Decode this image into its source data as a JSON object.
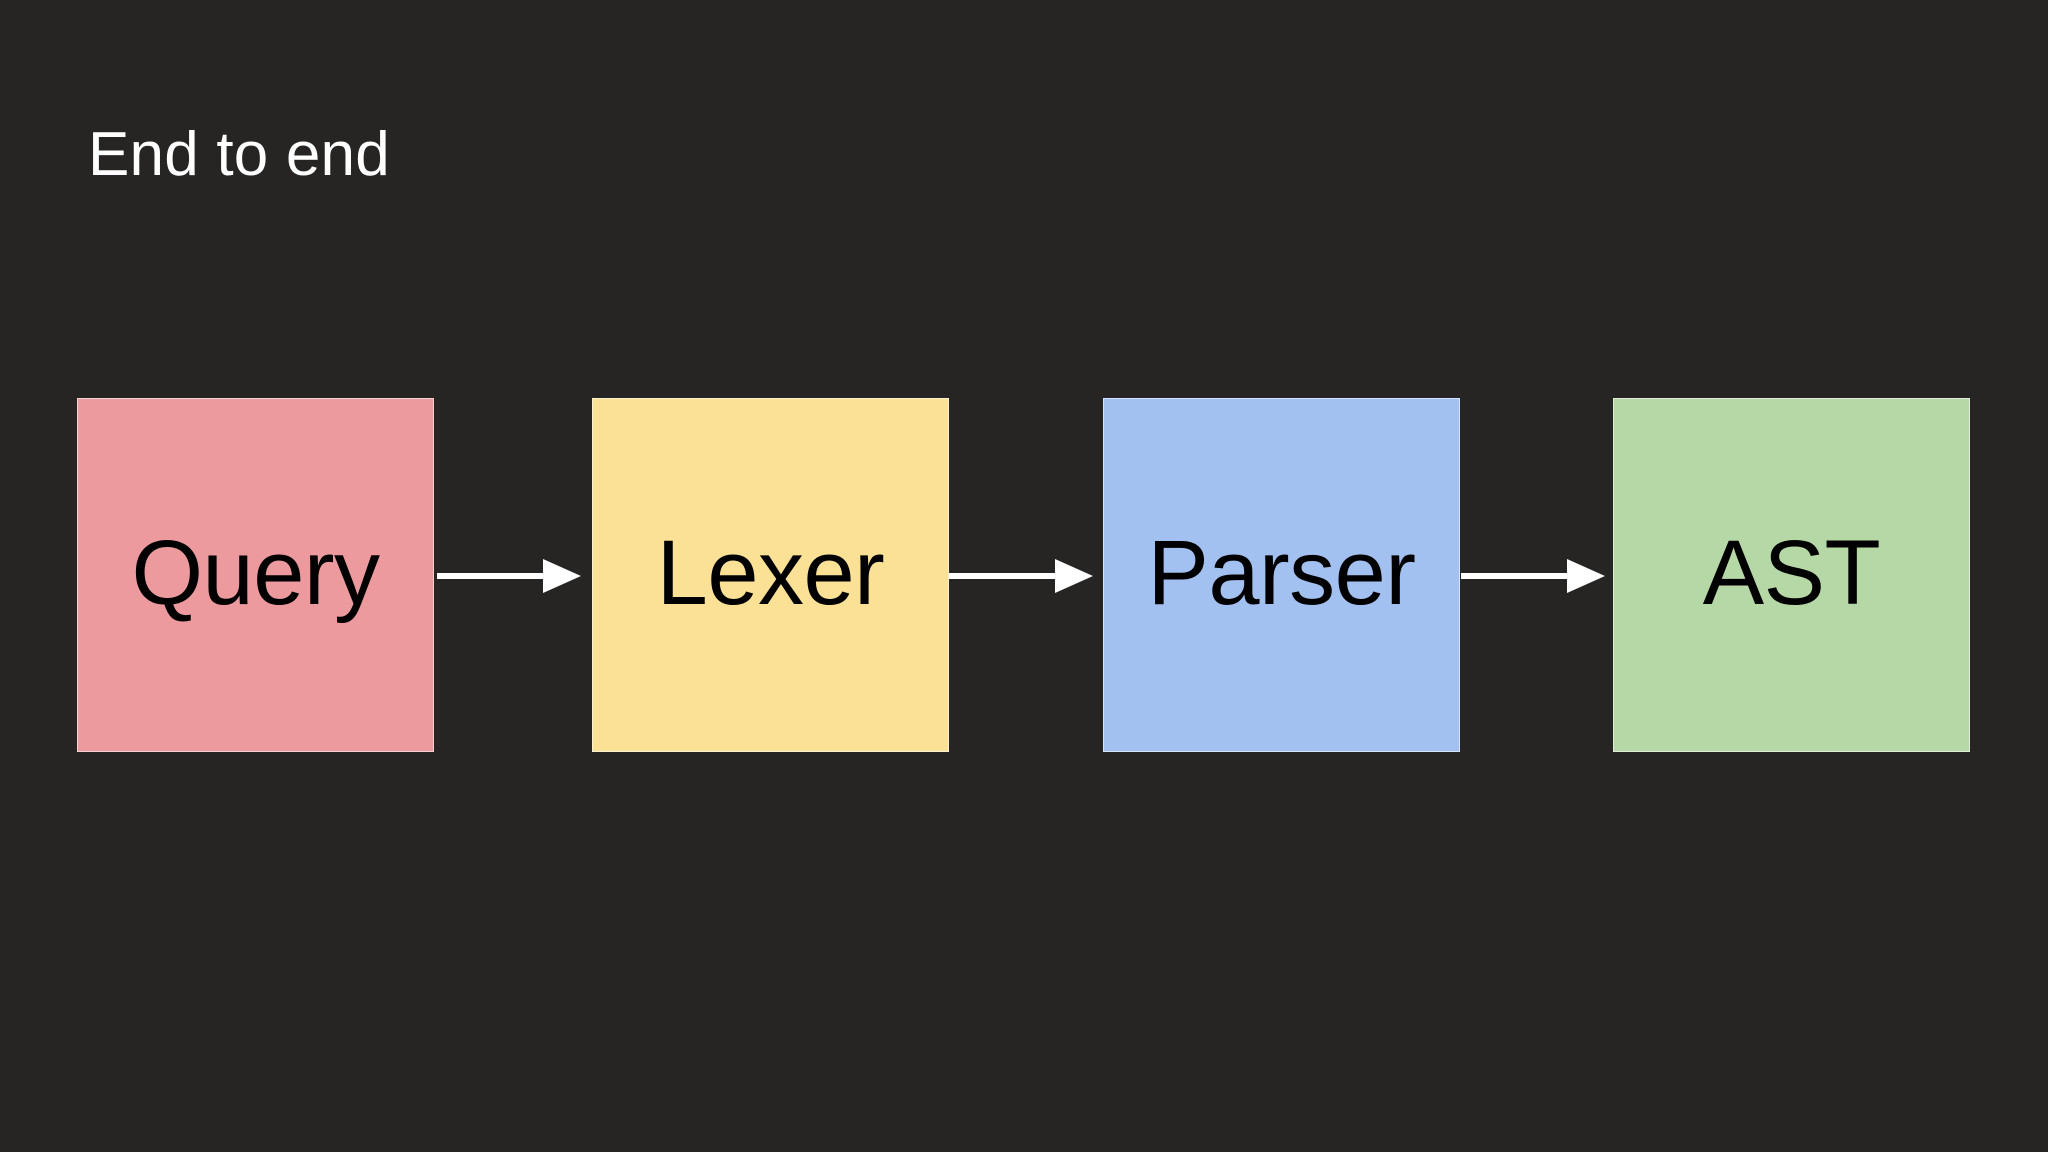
{
  "slide": {
    "title": "End to end",
    "background_color": "#262523",
    "title_color": "#ffffff"
  },
  "diagram": {
    "type": "flowchart",
    "orientation": "left-to-right",
    "edge_color": "#ffffff",
    "node_border_color": "#ffffff",
    "node_label_color": "#000000",
    "nodes": [
      {
        "id": "query",
        "label": "Query",
        "color": "#ec9a9e"
      },
      {
        "id": "lexer",
        "label": "Lexer",
        "color": "#fae196"
      },
      {
        "id": "parser",
        "label": "Parser",
        "color": "#a3c1f0"
      },
      {
        "id": "ast",
        "label": "AST",
        "color": "#b6d8a6"
      }
    ],
    "edges": [
      {
        "from": "query",
        "to": "lexer",
        "arrowhead": "solid-triangle"
      },
      {
        "from": "lexer",
        "to": "parser",
        "arrowhead": "solid-triangle"
      },
      {
        "from": "parser",
        "to": "ast",
        "arrowhead": "solid-triangle"
      }
    ]
  }
}
